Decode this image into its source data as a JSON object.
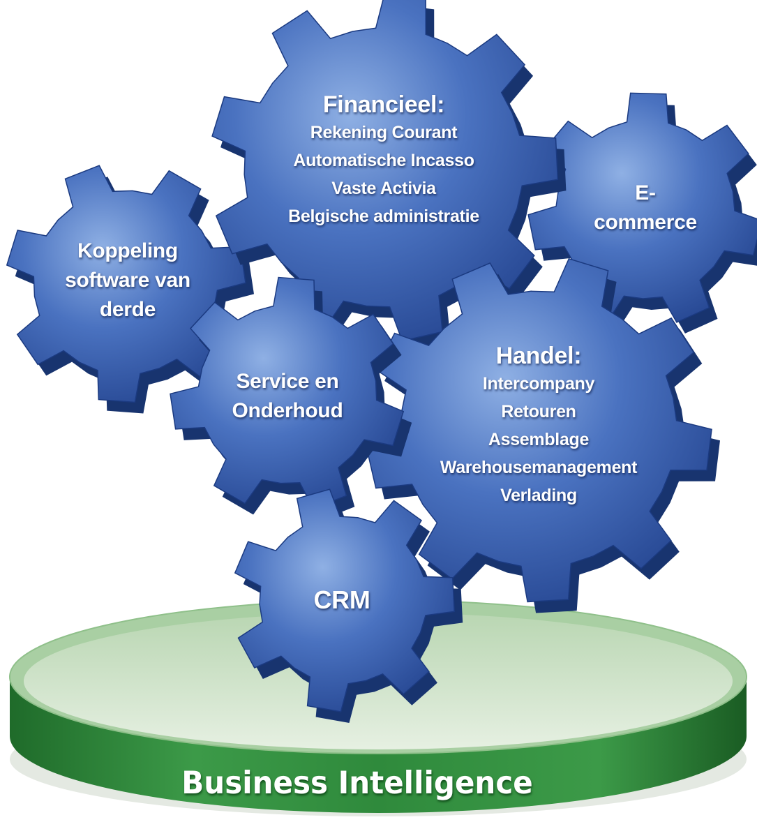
{
  "platform": {
    "label": "Business Intelligence",
    "colors": {
      "rim": "#2f8a3c",
      "rim_dark": "#1c5e25",
      "inner": "#cfe3c9"
    }
  },
  "gear_color": {
    "light": "#6f95d6",
    "mid": "#3a62b4",
    "dark": "#1d3c84",
    "side": "#18346f"
  },
  "gears": {
    "financieel": {
      "title": "Financieel:",
      "items": [
        "Rekening Courant",
        "Automatische Incasso",
        "Vaste Activia",
        "Belgische administratie"
      ]
    },
    "ecommerce": {
      "lines": [
        "E-",
        "commerce"
      ]
    },
    "koppeling": {
      "lines": [
        "Koppeling",
        "software van",
        "derde"
      ]
    },
    "service": {
      "lines": [
        "Service en",
        "Onderhoud"
      ]
    },
    "handel": {
      "title": "Handel:",
      "items": [
        "Intercompany",
        "Retouren",
        "Assemblage",
        "Warehousemanagement",
        "Verlading"
      ]
    },
    "crm": {
      "lines": [
        "CRM"
      ]
    }
  }
}
